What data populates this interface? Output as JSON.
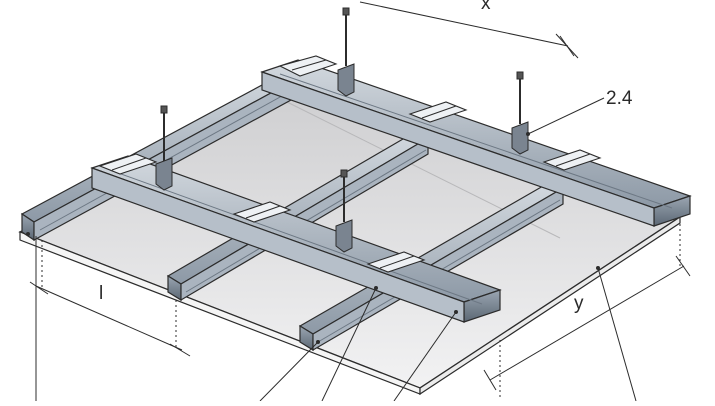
{
  "labels": {
    "x": "x",
    "hanger_spacing": "2.4",
    "y": "y",
    "l": "l"
  },
  "colors": {
    "board_top": "#e4e4e6",
    "board_top_far": "#d2d2d4",
    "board_edge": "#f4f4f4",
    "profile_light": "#c9d0d8",
    "profile_mid": "#9aa6b3",
    "profile_dark": "#5e6b78",
    "outline": "#2c2c2c"
  }
}
